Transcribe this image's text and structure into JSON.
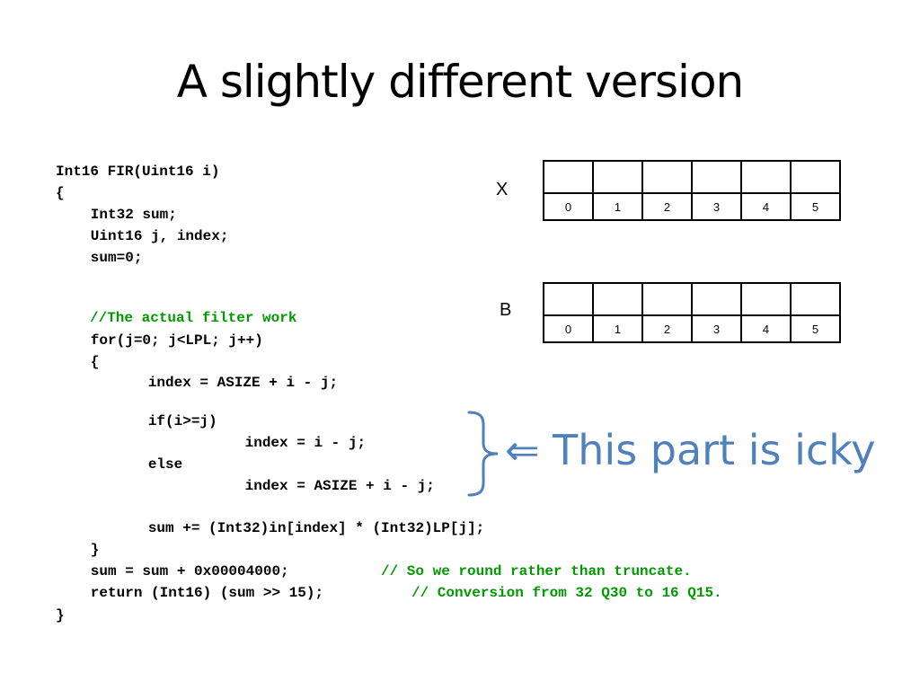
{
  "slide": {
    "title": "A slightly different version",
    "code_lines": [
      {
        "text": "Int16 FIR(Uint16 i)",
        "comment": ""
      },
      {
        "text": "{",
        "comment": ""
      },
      {
        "text": "   Int32 sum;",
        "comment": ""
      },
      {
        "text": "   Uint16 j, index;",
        "comment": ""
      },
      {
        "text": "   sum=0;",
        "comment": ""
      },
      {
        "text": "",
        "comment": "//The actual filter work"
      },
      {
        "text": "   for(j=0; j<LPL; j++)",
        "comment": ""
      },
      {
        "text": "   {",
        "comment": ""
      },
      {
        "text": "        index = ASIZE + i - j;",
        "comment": ""
      },
      {
        "text": "        if(i>=j)",
        "comment": ""
      },
      {
        "text": "                index = i - j;",
        "comment": ""
      },
      {
        "text": "        else",
        "comment": ""
      },
      {
        "text": "                index = ASIZE + i - j;",
        "comment": ""
      },
      {
        "text": "        sum += (Int32)in[index] * (Int32)LP[j];",
        "comment": ""
      },
      {
        "text": "   }",
        "comment": ""
      },
      {
        "text": "   sum = sum + 0x00004000;",
        "comment": "// So we round rather than truncate."
      },
      {
        "text": "   return (Int16) (sum >> 15);",
        "comment": "// Conversion from 32 Q30 to 16 Q15."
      },
      {
        "text": "}",
        "comment": ""
      }
    ],
    "arrays": [
      {
        "label": "X",
        "indices": [
          "0",
          "1",
          "2",
          "3",
          "4",
          "5"
        ]
      },
      {
        "label": "B",
        "indices": [
          "0",
          "1",
          "2",
          "3",
          "4",
          "5"
        ]
      }
    ],
    "callout": {
      "arrow": "⇐",
      "text": "This part is icky"
    },
    "colors": {
      "comment": "#009900",
      "callout": "#4f81bd"
    }
  }
}
